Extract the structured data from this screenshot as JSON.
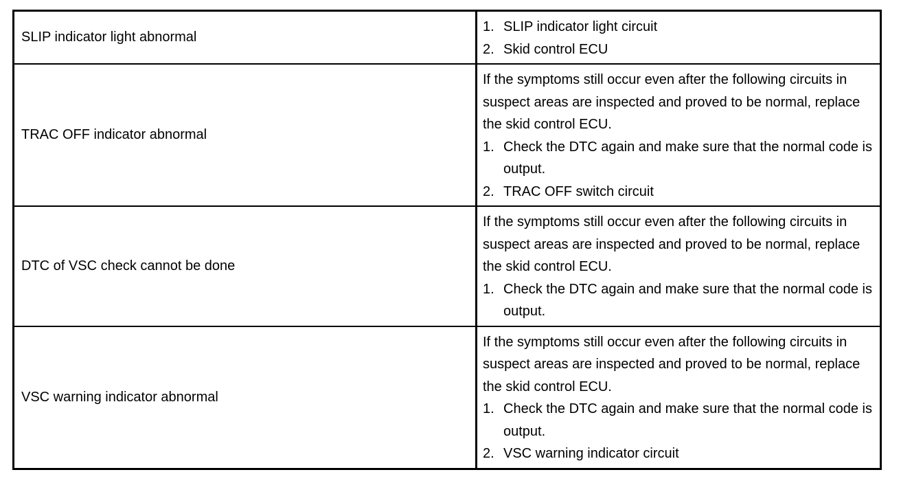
{
  "rows": [
    {
      "symptom": "SLIP indicator light abnormal",
      "note": "",
      "steps": [
        {
          "num": "1.",
          "text": "SLIP indicator light circuit"
        },
        {
          "num": "2.",
          "text": "Skid control ECU"
        }
      ]
    },
    {
      "symptom": "TRAC OFF indicator abnormal",
      "note": "If the symptoms still occur even after the following circuits in suspect areas are inspected and proved to be normal, replace the skid control ECU.",
      "steps": [
        {
          "num": "1.",
          "text": "Check the DTC again and make sure that the normal code is output."
        },
        {
          "num": "2.",
          "text": "TRAC OFF switch circuit"
        }
      ]
    },
    {
      "symptom": "DTC of VSC check cannot be done",
      "note": "If the symptoms still occur even after the following circuits in suspect areas are inspected and proved to be normal, replace the skid control ECU.",
      "steps": [
        {
          "num": "1.",
          "text": "Check the DTC again and make sure that the normal code is output."
        }
      ]
    },
    {
      "symptom": "VSC warning indicator abnormal",
      "note": "If the symptoms still occur even after the following circuits in suspect areas are inspected and proved to be normal, replace the skid control ECU.",
      "steps": [
        {
          "num": "1.",
          "text": "Check the DTC again and make sure that the normal code is output."
        },
        {
          "num": "2.",
          "text": "VSC warning indicator circuit"
        }
      ]
    }
  ]
}
